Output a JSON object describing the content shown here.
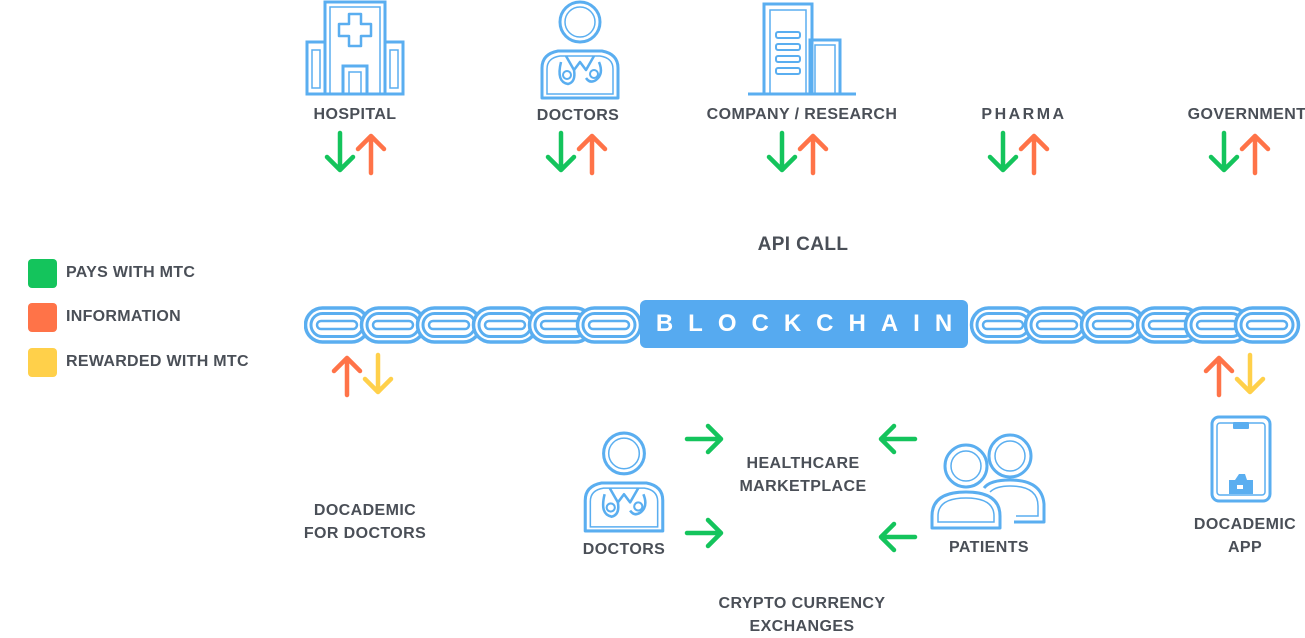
{
  "colors": {
    "pays": "#14c45c",
    "information": "#ff7348",
    "rewarded": "#ffd04a",
    "icon": "#5aaef0",
    "chain": "#5aaef0"
  },
  "top_entities": [
    {
      "label": "HOSPITAL",
      "icon": "hospital-icon"
    },
    {
      "label": "DOCTORS",
      "icon": "doctor-icon"
    },
    {
      "label": "COMPANY / RESEARCH",
      "icon": "building-icon"
    },
    {
      "label": "PHARMA",
      "icon": ""
    },
    {
      "label": "GOVERNMENT",
      "icon": ""
    }
  ],
  "api_call": "API CALL",
  "legend": [
    {
      "label": "PAYS WITH MTC",
      "color": "#14c45c"
    },
    {
      "label": "INFORMATION",
      "color": "#ff7348"
    },
    {
      "label": "REWARDED WITH MTC",
      "color": "#ffd04a"
    }
  ],
  "blockchain_label": "BLOCKCHAIN",
  "bottom": {
    "docademic_doctors": [
      "DOCADEMIC",
      "FOR DOCTORS"
    ],
    "doctors": "DOCTORS",
    "marketplace": [
      "HEALTHCARE",
      "MARKETPLACE"
    ],
    "patients": "PATIENTS",
    "exchanges": [
      "CRYPTO CURRENCY",
      "EXCHANGES"
    ],
    "docademic_app": [
      "DOCADEMIC",
      "APP"
    ]
  }
}
